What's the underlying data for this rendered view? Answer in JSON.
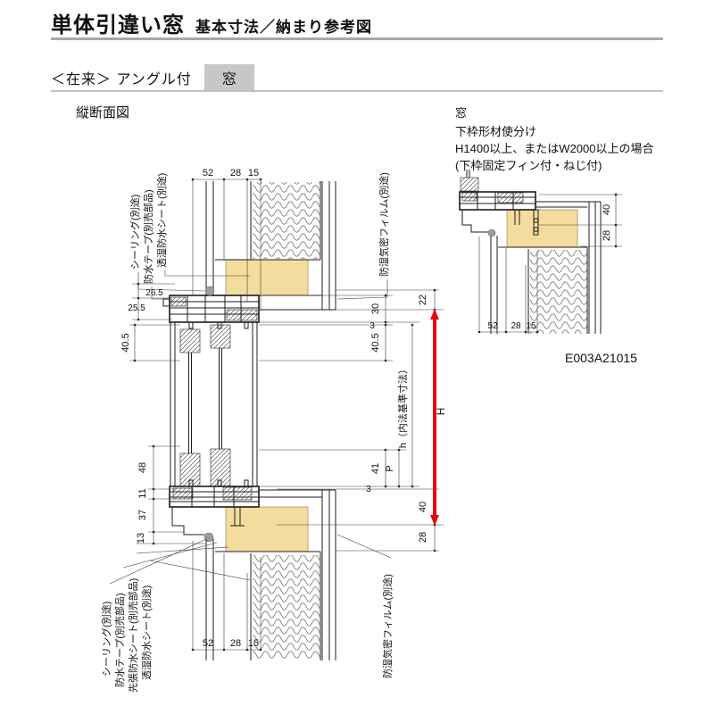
{
  "header": {
    "title": "単体引違い窓",
    "subtitle": "基本寸法／納まり参考図"
  },
  "subheader": {
    "series": "＜在来＞ アングル付",
    "tab": "窓"
  },
  "note": {
    "heading": "窓",
    "line1": "下枠形材使分け",
    "line2": "H1400以上、またはW2000以上の場合",
    "line3": "(下枠固定フィン付・ねじ付)"
  },
  "drawing": {
    "section_title": "縦断面図",
    "code": "E003A21015",
    "labels": {
      "sealing_top": "シーリング(別途)",
      "tape_top": "防水テープ(別売部品)",
      "sheet_top": "透湿防水シート(別途)",
      "film_top": "防湿気密フィルム(別途)",
      "sealing_bottom": "シーリング(別途)",
      "tape_bottom": "防水テープ(別売部品)",
      "presheet_bottom": "先張防水シート(別売部品)",
      "sheet_bottom": "透湿防水シート(別途)",
      "film_bottom": "防湿気密フィルム(別途)"
    },
    "dims": {
      "top_52": "52",
      "top_28": "28",
      "top_15": "15",
      "bottom_52": "52",
      "bottom_28": "28",
      "bottom_15": "15",
      "left_26_5": "26.5",
      "left_25_5": "25.5",
      "left_40_5": "40.5",
      "left_48": "48",
      "left_11": "11",
      "left_37": "37",
      "left_13": "13",
      "right_22": "22",
      "right_30": "30",
      "right_3_head": "3",
      "right_40_5": "40.5",
      "right_41": "41",
      "right_3_sill": "3",
      "right_40": "40",
      "right_28": "28",
      "H": "H",
      "h_inner": "h（内法基準寸法）",
      "P": "P"
    }
  },
  "detail": {
    "dims": {
      "v_40": "40",
      "v_28": "28",
      "b_52": "52",
      "b_28": "28",
      "b_15": "15"
    }
  },
  "colors": {
    "accent_red": "#e60012",
    "wood_fill": "#f4dc9e",
    "tab_bg": "#c7c7c7",
    "rule_gray": "#a8a8a8",
    "seal_gray": "#9c9c9c"
  }
}
